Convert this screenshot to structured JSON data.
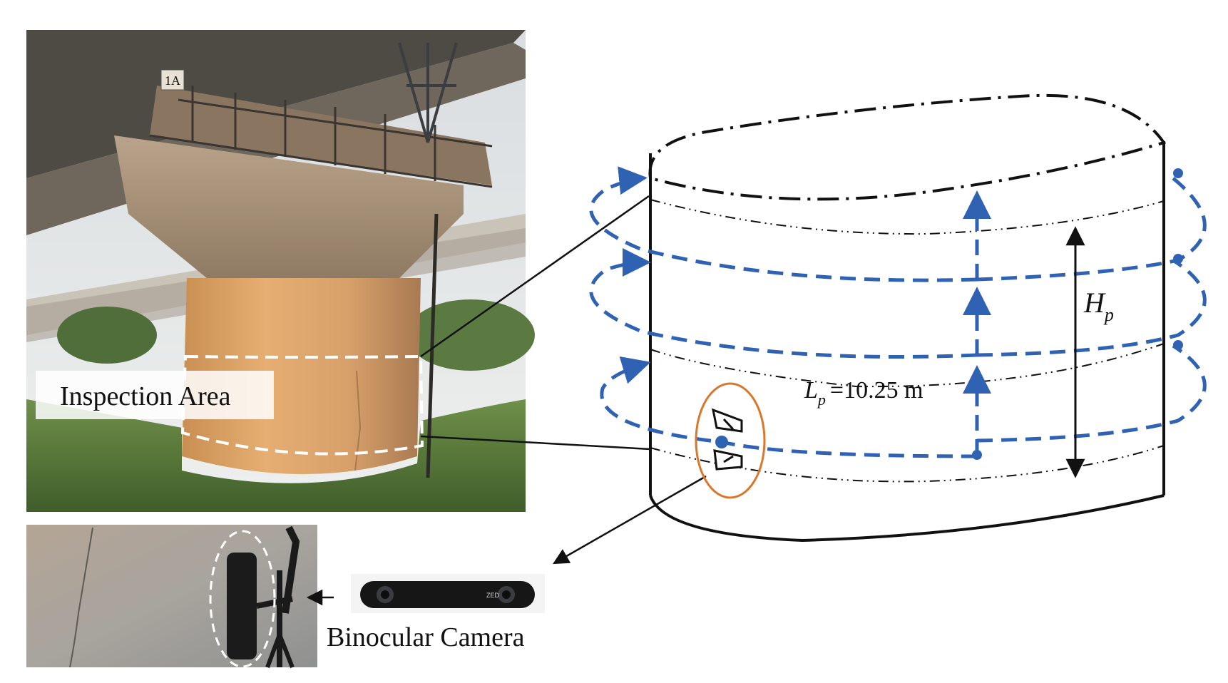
{
  "labels": {
    "inspection_area": "Inspection Area",
    "binocular_camera": "Binocular Camera",
    "camera_brand": "ZED",
    "pier_number": "1A",
    "height_symbol": "H",
    "height_subscript": "p",
    "length_symbol": "L",
    "length_subscript": "p",
    "length_value": "=10.25 m"
  },
  "colors": {
    "path_blue": "#2f62b3",
    "cylinder_line": "#111111",
    "camera_ring": "#d9782d",
    "inspection_box": "#ffffff"
  }
}
